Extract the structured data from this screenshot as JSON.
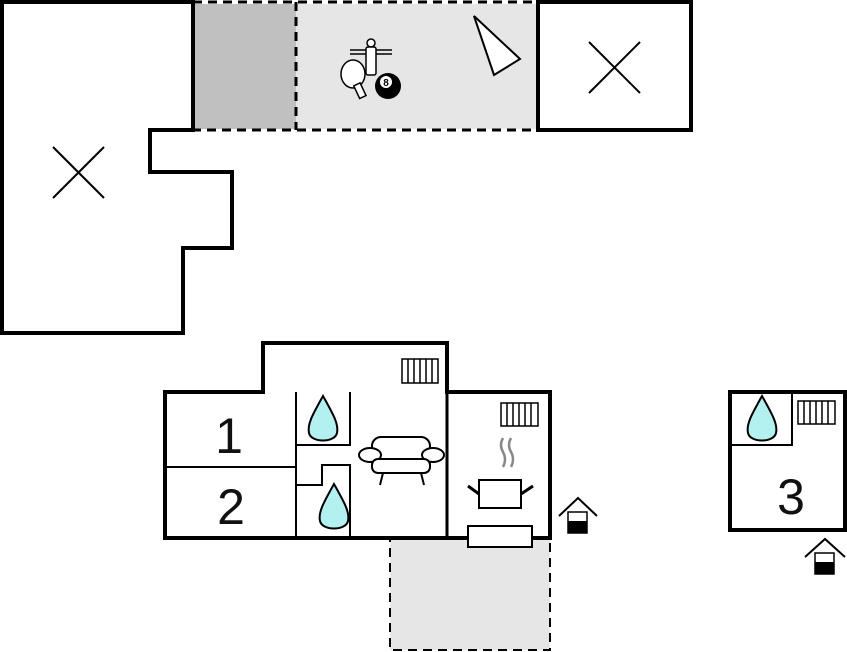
{
  "plan": {
    "rooms": [
      {
        "label": "1"
      },
      {
        "label": "2"
      },
      {
        "label": "3"
      }
    ],
    "icons": [
      "not-available-cross",
      "table-tennis",
      "table-football",
      "billiards-8-ball",
      "sunbed",
      "shower",
      "sofa",
      "kitchen-pot",
      "radiator",
      "entrance"
    ],
    "colors": {
      "water": "#b3f0f0",
      "terrace": "#e6e6e6",
      "terrace_dark": "#c0c0c0",
      "wall": "#000000"
    },
    "billiard_ball_number": "8"
  }
}
